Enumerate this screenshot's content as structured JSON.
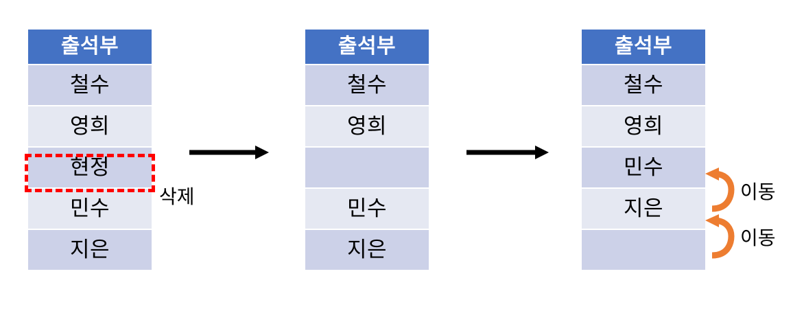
{
  "diagram": {
    "title_implicit": "",
    "colors": {
      "header_blue": "#4472C4",
      "row_dark": "#ccd1e8",
      "row_light": "#e5e8f2",
      "highlight_red": "#ff0000",
      "move_orange": "#ED7D31",
      "arrow_black": "#000000"
    },
    "tables": [
      {
        "id": "before",
        "header": "출석부",
        "rows": [
          {
            "text": "철수",
            "shade": "dark",
            "empty": false
          },
          {
            "text": "영희",
            "shade": "light",
            "empty": false
          },
          {
            "text": "현정",
            "shade": "dark",
            "empty": false
          },
          {
            "text": "민수",
            "shade": "light",
            "empty": false
          },
          {
            "text": "지은",
            "shade": "dark",
            "empty": false
          }
        ]
      },
      {
        "id": "after-delete",
        "header": "출석부",
        "rows": [
          {
            "text": "철수",
            "shade": "dark",
            "empty": false
          },
          {
            "text": "영희",
            "shade": "light",
            "empty": false
          },
          {
            "text": "",
            "shade": "dark",
            "empty": true
          },
          {
            "text": "민수",
            "shade": "light",
            "empty": false
          },
          {
            "text": "지은",
            "shade": "dark",
            "empty": false
          }
        ]
      },
      {
        "id": "after-shift",
        "header": "출석부",
        "rows": [
          {
            "text": "철수",
            "shade": "dark",
            "empty": false
          },
          {
            "text": "영희",
            "shade": "light",
            "empty": false
          },
          {
            "text": "민수",
            "shade": "dark",
            "empty": false
          },
          {
            "text": "지은",
            "shade": "light",
            "empty": false
          },
          {
            "text": "",
            "shade": "dark",
            "empty": true
          }
        ]
      }
    ],
    "annotations": {
      "delete_label": "삭제",
      "move_label_1": "이동",
      "move_label_2": "이동"
    }
  }
}
